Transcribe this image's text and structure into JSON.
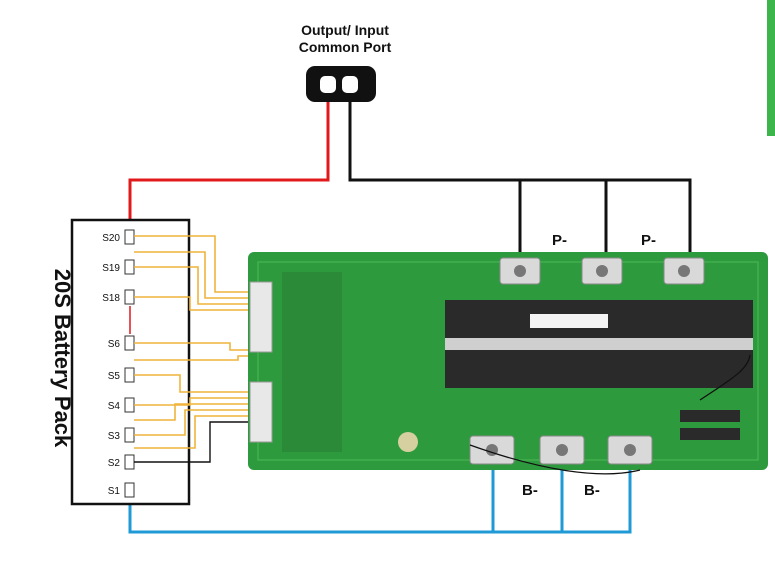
{
  "port": {
    "title_line1": "Output/ Input",
    "title_line2": "Common Port"
  },
  "pack": {
    "title": "20S Battery Pack"
  },
  "cells": [
    {
      "label": "S20"
    },
    {
      "label": "S19"
    },
    {
      "label": "S18"
    },
    {
      "label": "S6"
    },
    {
      "label": "S5"
    },
    {
      "label": "S4"
    },
    {
      "label": "S3"
    },
    {
      "label": "S2"
    },
    {
      "label": "S1"
    }
  ],
  "buses": {
    "p_labels": [
      "P-",
      "P-"
    ],
    "b_labels": [
      "B-",
      "B-"
    ]
  },
  "colors": {
    "positive_wire": "#e0191b",
    "p_wire": "#111111",
    "b_wire": "#1f9ad6",
    "balance_wire": "#f0b43c",
    "pcb": "#2e9a3e",
    "accent_edge": "#3cb54a"
  }
}
